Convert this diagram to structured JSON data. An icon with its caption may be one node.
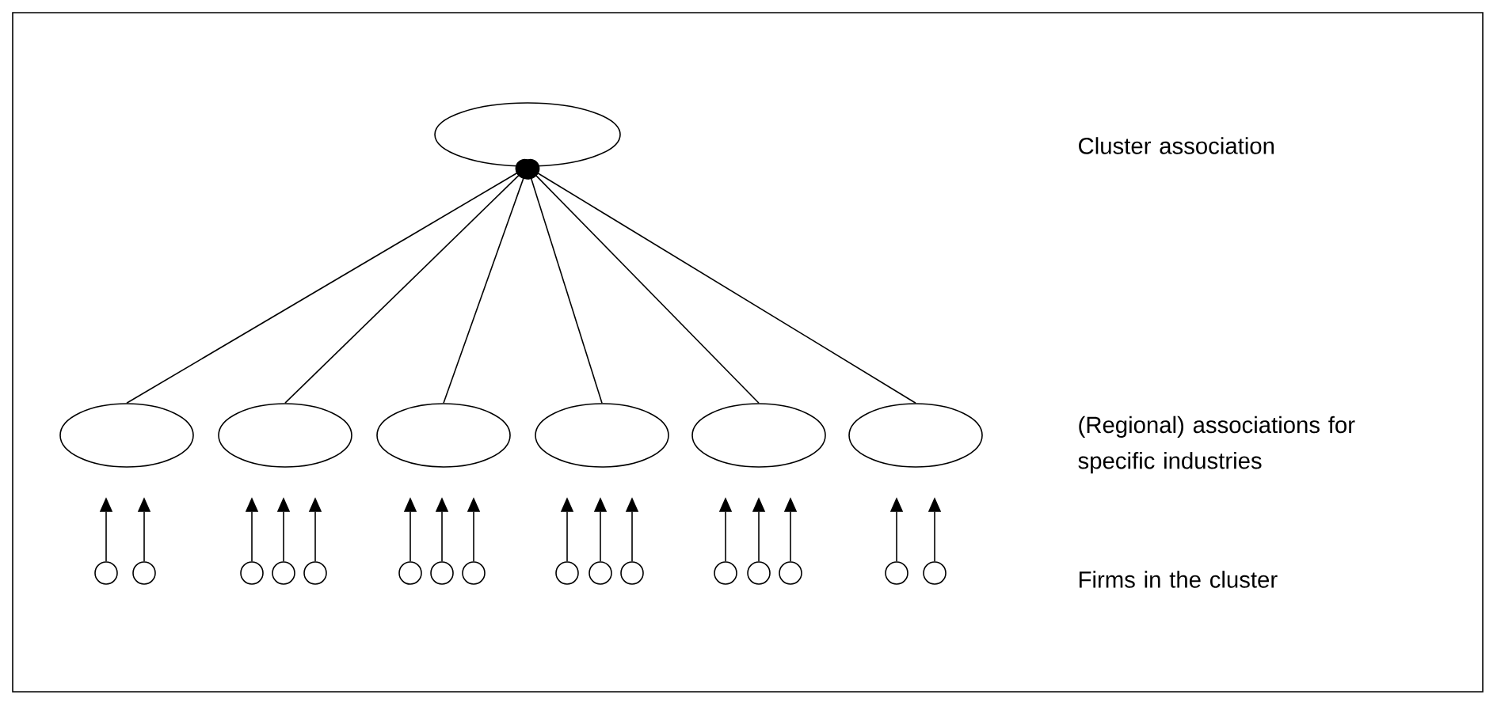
{
  "diagram": {
    "nodes": [
      {
        "text": [],
        "shape": "ellipse"
      },
      {
        "text": [],
        "shape": "ellipse"
      },
      {
        "text": [],
        "shape": "ellipse"
      },
      {
        "text": [],
        "shape": "ellipse"
      },
      {
        "text": [],
        "shape": "ellipse"
      },
      {
        "text": [],
        "shape": "ellipse"
      },
      {
        "text": [],
        "shape": "ellipse"
      },
      {
        "text": [],
        "shape": "circle"
      },
      {
        "text": [],
        "shape": "circle"
      },
      {
        "text": [],
        "shape": "circle"
      },
      {
        "text": [],
        "shape": "circle"
      },
      {
        "text": [],
        "shape": "circle"
      },
      {
        "text": [],
        "shape": "circle"
      },
      {
        "text": [],
        "shape": "circle"
      },
      {
        "text": [],
        "shape": "circle"
      },
      {
        "text": [],
        "shape": "circle"
      },
      {
        "text": [],
        "shape": "circle"
      },
      {
        "text": [],
        "shape": "circle"
      },
      {
        "text": [],
        "shape": "circle"
      },
      {
        "text": [],
        "shape": "circle"
      },
      {
        "text": [],
        "shape": "circle"
      },
      {
        "text": [],
        "shape": "circle"
      },
      {
        "text": [],
        "shape": "circle"
      }
    ],
    "edges": [
      {
        "from": 1,
        "to": 0,
        "arrow": "other"
      },
      {
        "from": 2,
        "to": 0,
        "arrow": "other"
      },
      {
        "from": 3,
        "to": 0,
        "arrow": "other"
      },
      {
        "from": 4,
        "to": 0,
        "arrow": "other"
      },
      {
        "from": 5,
        "to": 0,
        "arrow": "other"
      },
      {
        "from": 6,
        "to": 0,
        "arrow": "other"
      },
      {
        "from": 7,
        "to": 1,
        "arrow": "to"
      },
      {
        "from": 8,
        "to": 1,
        "arrow": "to"
      },
      {
        "from": 9,
        "to": 2,
        "arrow": "to"
      },
      {
        "from": 10,
        "to": 2,
        "arrow": "to"
      },
      {
        "from": 11,
        "to": 2,
        "arrow": "to"
      },
      {
        "from": 12,
        "to": 3,
        "arrow": "to"
      },
      {
        "from": 13,
        "to": 3,
        "arrow": "to"
      },
      {
        "from": 14,
        "to": 3,
        "arrow": "to"
      },
      {
        "from": 15,
        "to": 4,
        "arrow": "to"
      },
      {
        "from": 16,
        "to": 4,
        "arrow": "to"
      },
      {
        "from": 17,
        "to": 4,
        "arrow": "to"
      },
      {
        "from": 18,
        "to": 5,
        "arrow": "to"
      },
      {
        "from": 19,
        "to": 5,
        "arrow": "to"
      },
      {
        "from": 20,
        "to": 5,
        "arrow": "to"
      },
      {
        "from": 21,
        "to": 6,
        "arrow": "to"
      },
      {
        "from": 22,
        "to": 6,
        "arrow": "to"
      }
    ],
    "labels": [
      "Cluster association",
      "(Regional) associations for specific industries",
      "Firms in the cluster"
    ]
  }
}
